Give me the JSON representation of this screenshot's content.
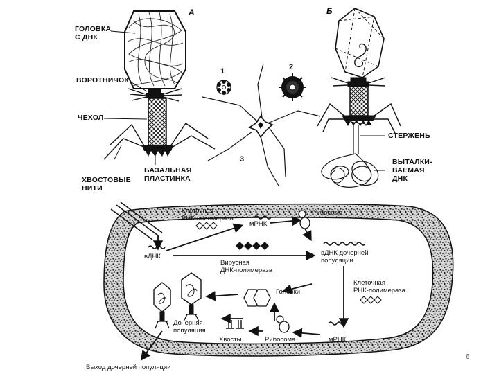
{
  "phage": {
    "tag_a": "А",
    "tag_b": "Б",
    "labels": {
      "head_dna": [
        "ГОЛОВКА",
        "С ДНК"
      ],
      "collar": "ВОРОТНИЧОК",
      "sheath": "ЧЕХОЛ",
      "tail_fibers": [
        "ХВОСТОВЫЕ",
        "НИТИ"
      ],
      "base_plate": [
        "БАЗАЛЬНАЯ",
        "ПЛАСТИНКА"
      ],
      "rod": "СТЕРЖЕНЬ",
      "ejected_dna": [
        "ВЫТАЛКИ-",
        "ВАЕМАЯ",
        "ДНК"
      ]
    },
    "views": [
      "1",
      "2",
      "3"
    ]
  },
  "cycle": {
    "cell_rna_pol_1": [
      "Клеточная",
      "РНК-полимераза"
    ],
    "mrna_1": "мРНК",
    "ribosome_1": "Рибосома",
    "vdna": "вДНК",
    "viral_dna_pol": [
      "Вирусная",
      "ДНК-полимераза"
    ],
    "vdna_daughter": [
      "вДНК дочерней",
      "популяции"
    ],
    "cell_rna_pol_2": [
      "Клеточная",
      "РНК-полимераза"
    ],
    "heads": "Головки",
    "daughter_pop": [
      "Дочерняя",
      "популяция"
    ],
    "tails": "Хвосты",
    "ribosome_2": "Рибосома",
    "mrna_2": "мРНК",
    "exit": "Выход дочерней популяции"
  },
  "page_number": "6"
}
